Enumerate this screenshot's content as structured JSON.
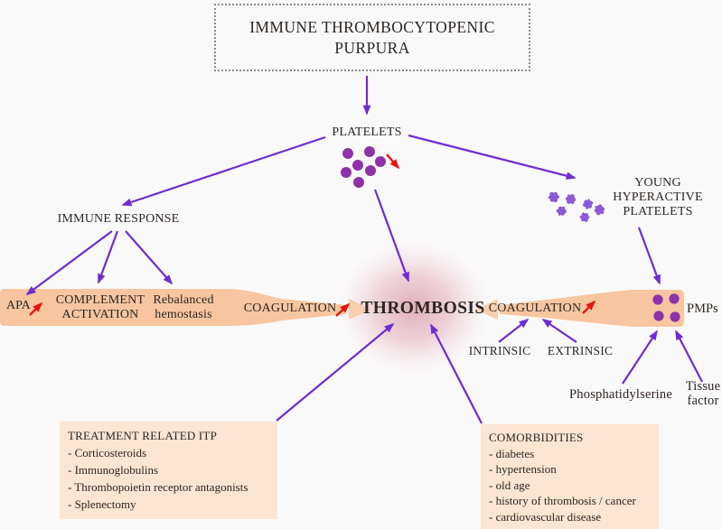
{
  "title_box": {
    "line1": "IMMUNE THROMBOCYTOPENIC",
    "line2": "PURPURA"
  },
  "labels": {
    "platelets": "PLATELETS",
    "immune_response": "IMMUNE RESPONSE",
    "young_platelets": {
      "line1": "YOUNG",
      "line2": "HYPERACTIVE",
      "line3": "PLATELETS"
    },
    "apa": "APA",
    "complement_activation": {
      "line1": "COMPLEMENT",
      "line2": "ACTIVATION"
    },
    "rebalanced_hemostasis": {
      "line1": "Rebalanced",
      "line2": "hemostasis"
    },
    "coagulation_left": "COAGULATION",
    "thrombosis": "THROMBOSIS",
    "coagulation_right": "COAGULATION",
    "intrinsic": "INTRINSIC",
    "extrinsic": "EXTRINSIC",
    "pmps": "PMPs",
    "phosphatidylserine": "Phosphatidylserine",
    "tissue_factor": {
      "line1": "Tissue",
      "line2": "factor"
    }
  },
  "treatment_box": {
    "title": "TREATMENT RELATED ITP",
    "items": [
      "- Corticosteroids",
      "- Immunoglobulins",
      "- Thrombopoietin receptor antagonists",
      "- Splenectomy"
    ]
  },
  "comorbidities_box": {
    "title": "COMORBIDITIES",
    "items": [
      "- diabetes",
      "- hypertension",
      "- old age",
      "- history of thrombosis / cancer",
      "- cardiovascular disease"
    ]
  },
  "colors": {
    "arrow_purple": "#6e2cd3",
    "trend_red": "#e8150e",
    "band_peach": "#f7c6a0",
    "band_arrowhead_peach": "#f8cfae",
    "box_peach": "#fce5d3",
    "platelet_purple": "#8d32a8",
    "young_platelet_violet": "#8c5ad7",
    "glow_rose": "#cf7f90",
    "text": "#2b2622",
    "background": "#faf9f9"
  }
}
